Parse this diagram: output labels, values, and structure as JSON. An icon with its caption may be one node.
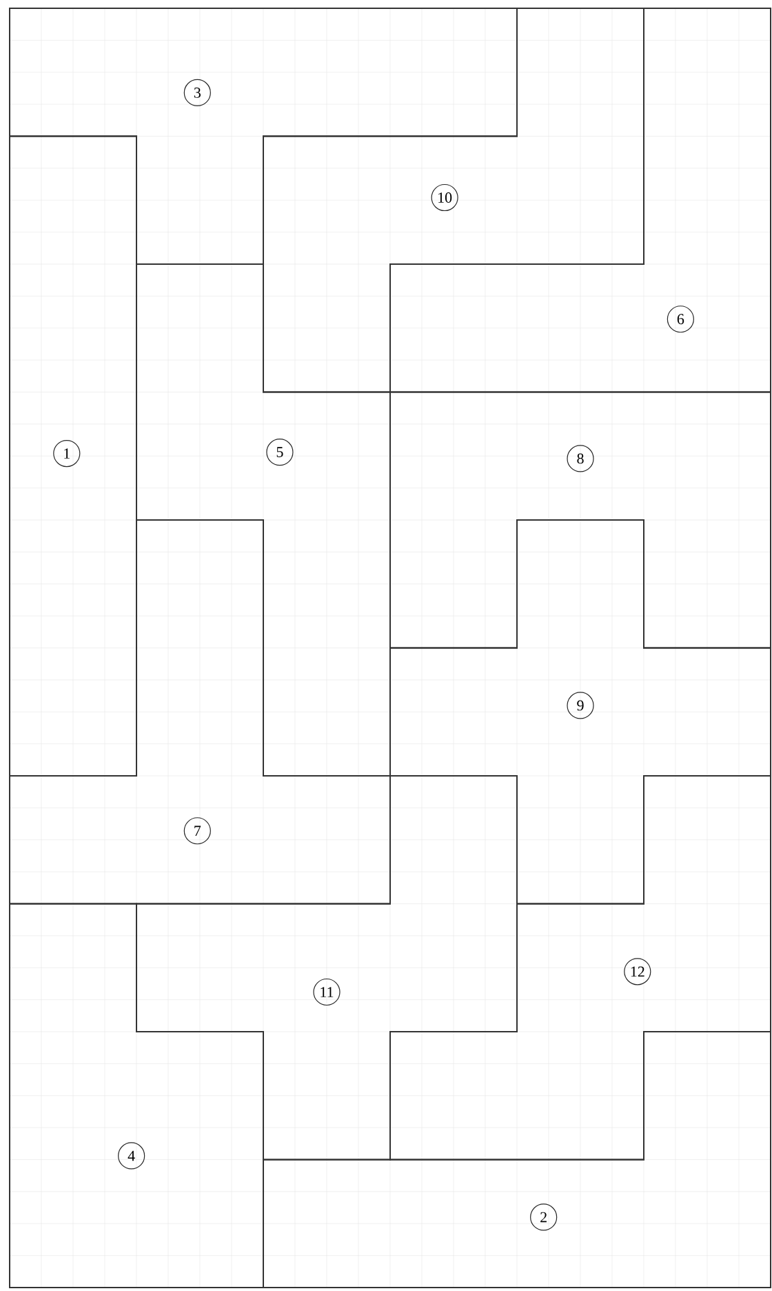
{
  "diagram": {
    "nodes": [
      {
        "text": [
          "3"
        ]
      },
      {
        "text": [
          "10"
        ]
      },
      {
        "text": [
          "6"
        ]
      },
      {
        "text": [
          "1"
        ]
      },
      {
        "text": [
          "5"
        ]
      },
      {
        "text": [
          "8"
        ]
      },
      {
        "text": [
          "9"
        ]
      },
      {
        "text": [
          "7"
        ]
      },
      {
        "text": [
          "11"
        ]
      },
      {
        "text": [
          "12"
        ]
      },
      {
        "text": [
          "4"
        ]
      },
      {
        "text": [
          "2"
        ]
      }
    ]
  }
}
